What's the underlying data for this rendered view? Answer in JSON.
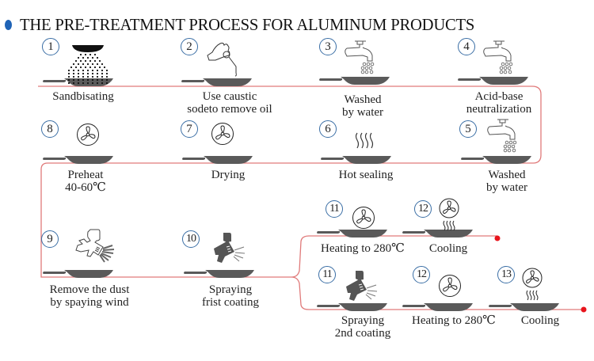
{
  "title": "THE PRE-TREATMENT PROCESS FOR ALUMINUM PRODUCTS",
  "colors": {
    "title_bullet": "#1f63b6",
    "step_circle": "#3a6ea5",
    "flow_line": "#e07a7a",
    "end_dot": "#e8141c",
    "pan": "#5a5a5a"
  },
  "steps": [
    {
      "number": "1",
      "label_lines": [
        "Sandbisating"
      ],
      "icon": "sandblast-nozzle-icon"
    },
    {
      "number": "2",
      "label_lines": [
        "Use caustic",
        "sodeto remove oil"
      ],
      "icon": "hand-dropper-icon"
    },
    {
      "number": "3",
      "label_lines": [
        "Washed",
        "by water"
      ],
      "icon": "faucet-water-icon"
    },
    {
      "number": "4",
      "label_lines": [
        "Acid-base",
        "neutralization"
      ],
      "icon": "faucet-water-icon"
    },
    {
      "number": "5",
      "label_lines": [
        "Washed",
        "by water"
      ],
      "icon": "faucet-water-icon"
    },
    {
      "number": "6",
      "label_lines": [
        "Hot sealing"
      ],
      "icon": "steam-icon"
    },
    {
      "number": "7",
      "label_lines": [
        "Drying"
      ],
      "icon": "fan-icon"
    },
    {
      "number": "8",
      "label_lines": [
        "Preheat",
        "40-60℃"
      ],
      "icon": "fan-icon"
    },
    {
      "number": "9",
      "label_lines": [
        "Remove the dust",
        "by spaying wind"
      ],
      "icon": "air-gun-outline-icon"
    },
    {
      "number": "10",
      "label_lines": [
        "Spraying",
        "frist coating"
      ],
      "icon": "spray-gun-icon"
    }
  ],
  "branch_a": [
    {
      "number": "11",
      "label_lines": [
        "Heating to 280℃"
      ],
      "icon": "fan-icon"
    },
    {
      "number": "12",
      "label_lines": [
        "Cooling"
      ],
      "icon": "fan-steam-icon"
    }
  ],
  "branch_b": [
    {
      "number": "11",
      "label_lines": [
        "Spraying",
        "2nd coating"
      ],
      "icon": "spray-gun-icon"
    },
    {
      "number": "12",
      "label_lines": [
        "Heating to 280℃"
      ],
      "icon": "fan-icon"
    },
    {
      "number": "13",
      "label_lines": [
        "Cooling"
      ],
      "icon": "fan-steam-icon"
    }
  ]
}
